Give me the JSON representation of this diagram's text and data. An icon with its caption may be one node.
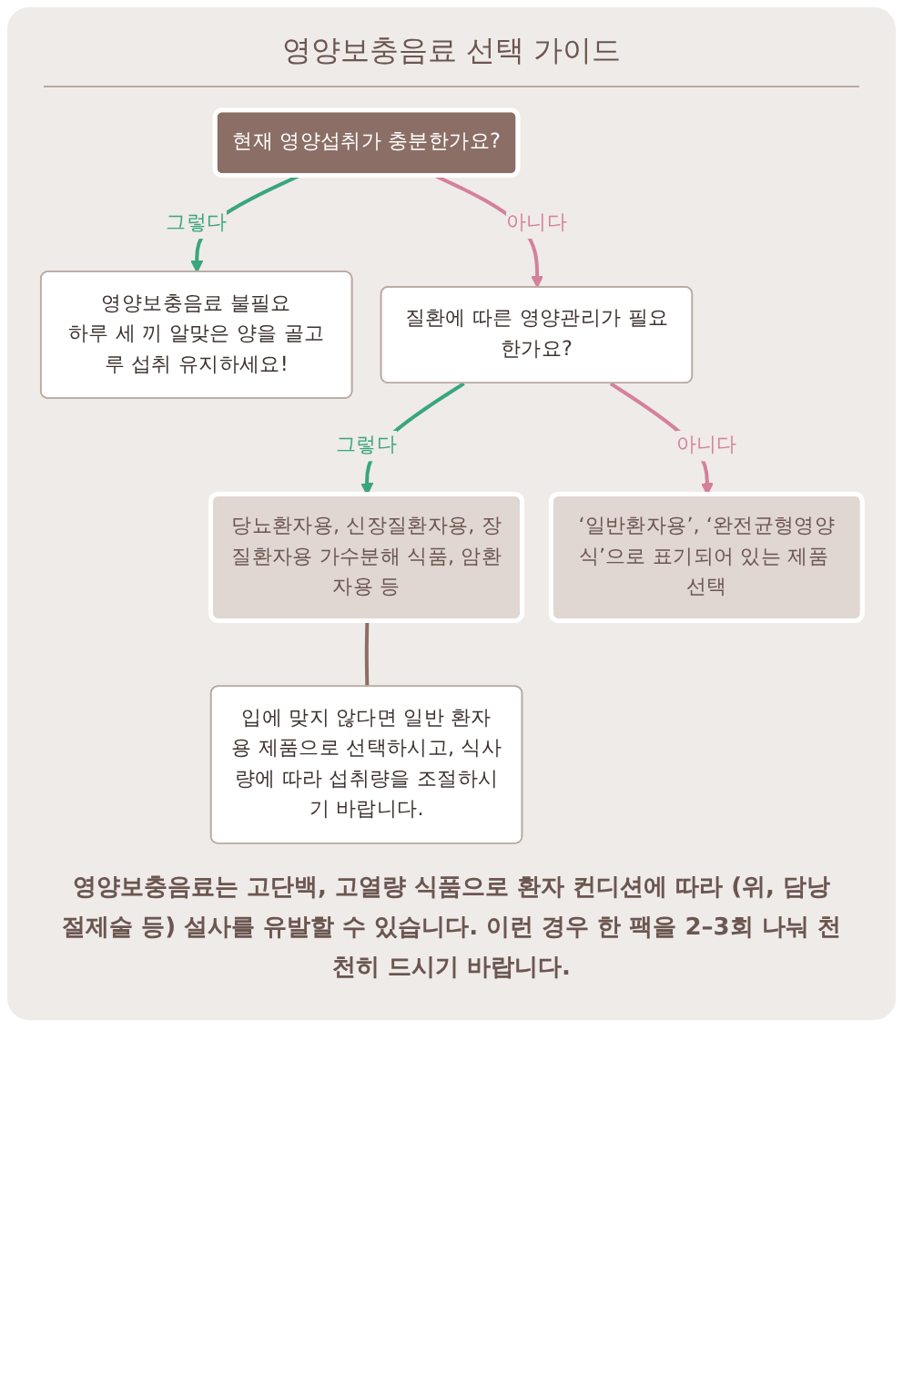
{
  "diagram": {
    "title": "영양보충음료 선택 가이드",
    "caption": "영양보충음료는 고단백, 고열량 식품으로 환자 컨디션에 따라 (위, 담낭 절제술 등) 설사를 유발할 수 있습니다. 이런 경우 한 팩을 2–3회 나눠 천천히 드시기 바랍니다.",
    "nodes": [
      {
        "text": [
          "현재 영양섭취가 충분한가요?"
        ]
      },
      {
        "text": [
          "영양보충음료 불필요",
          "하루 세 끼 알맞은 양을 골고루 섭취 유지하세요!"
        ]
      },
      {
        "text": [
          "질환에 따른 영양관리가 필요한가요?"
        ]
      },
      {
        "text": [
          "당뇨환자용, 신장질환자용, 장질환자용 가수분해 식품, 암환자용 등"
        ]
      },
      {
        "text": [
          "‘일반환자용’, ‘완전균형영양식’으로 표기되어 있는 제품 선택"
        ]
      },
      {
        "text": [
          "입에 맞지 않다면 일반 환자용 제품으로 선택하시고, 식사량에 따라 섭취량을 조절하시기 바랍니다."
        ]
      }
    ],
    "edges": [
      {
        "from": 0,
        "to": 1,
        "arrow": "to",
        "label": "그렇다",
        "color": "#3aa57e"
      },
      {
        "from": 0,
        "to": 2,
        "arrow": "to",
        "label": "아니다",
        "color": "#d4819b"
      },
      {
        "from": 2,
        "to": 3,
        "arrow": "to",
        "label": "그렇다",
        "color": "#3aa57e"
      },
      {
        "from": 2,
        "to": 4,
        "arrow": "to",
        "label": "아니다",
        "color": "#d4819b"
      },
      {
        "from": 5,
        "to": 3,
        "arrow": "none"
      }
    ]
  }
}
